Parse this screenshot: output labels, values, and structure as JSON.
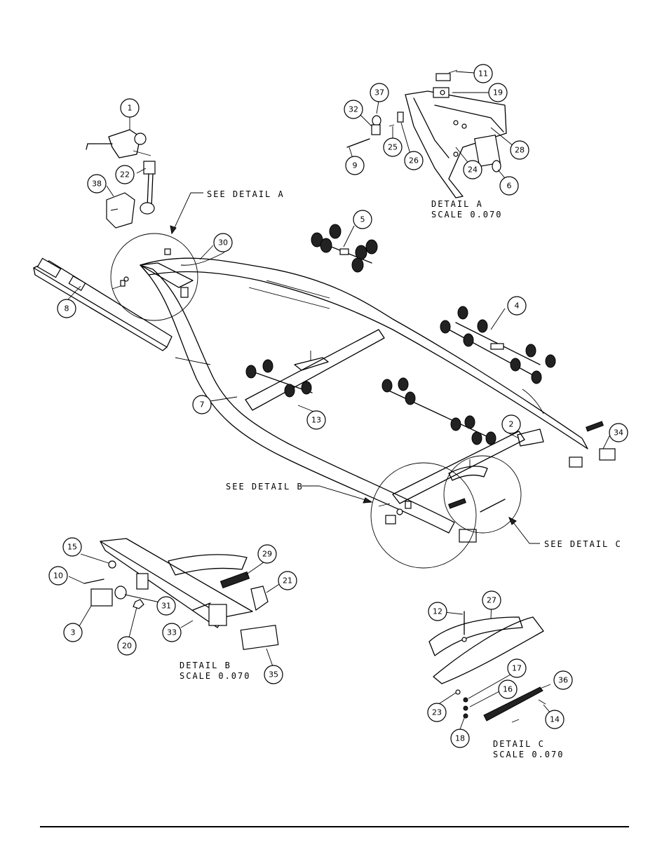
{
  "labels": {
    "see_a": "SEE DETAIL  A",
    "see_b": "SEE DETAIL  B",
    "see_c": "SEE DETAIL  C",
    "detail_a_title": "DETAIL  A",
    "detail_a_scale": "SCALE  0.070",
    "detail_b_title": "DETAIL  B",
    "detail_b_scale": "SCALE  0.070",
    "detail_c_title": "DETAIL  C",
    "detail_c_scale": "SCALE  0.070"
  },
  "callouts": {
    "c1": "1",
    "c2": "2",
    "c3": "3",
    "c4": "4",
    "c5": "5",
    "c6": "6",
    "c7": "7",
    "c8": "8",
    "c9": "9",
    "c10": "10",
    "c11": "11",
    "c12": "12",
    "c13": "13",
    "c14": "14",
    "c15": "15",
    "c16": "16",
    "c17": "17",
    "c18": "18",
    "c19": "19",
    "c20": "20",
    "c21": "21",
    "c22": "22",
    "c23": "23",
    "c24": "24",
    "c25": "25",
    "c26": "26",
    "c27": "27",
    "c28": "28",
    "c29": "29",
    "c30": "30",
    "c31": "31",
    "c32": "32",
    "c33": "33",
    "c34": "34",
    "c35": "35",
    "c36": "36",
    "c37": "37",
    "c38": "38"
  }
}
